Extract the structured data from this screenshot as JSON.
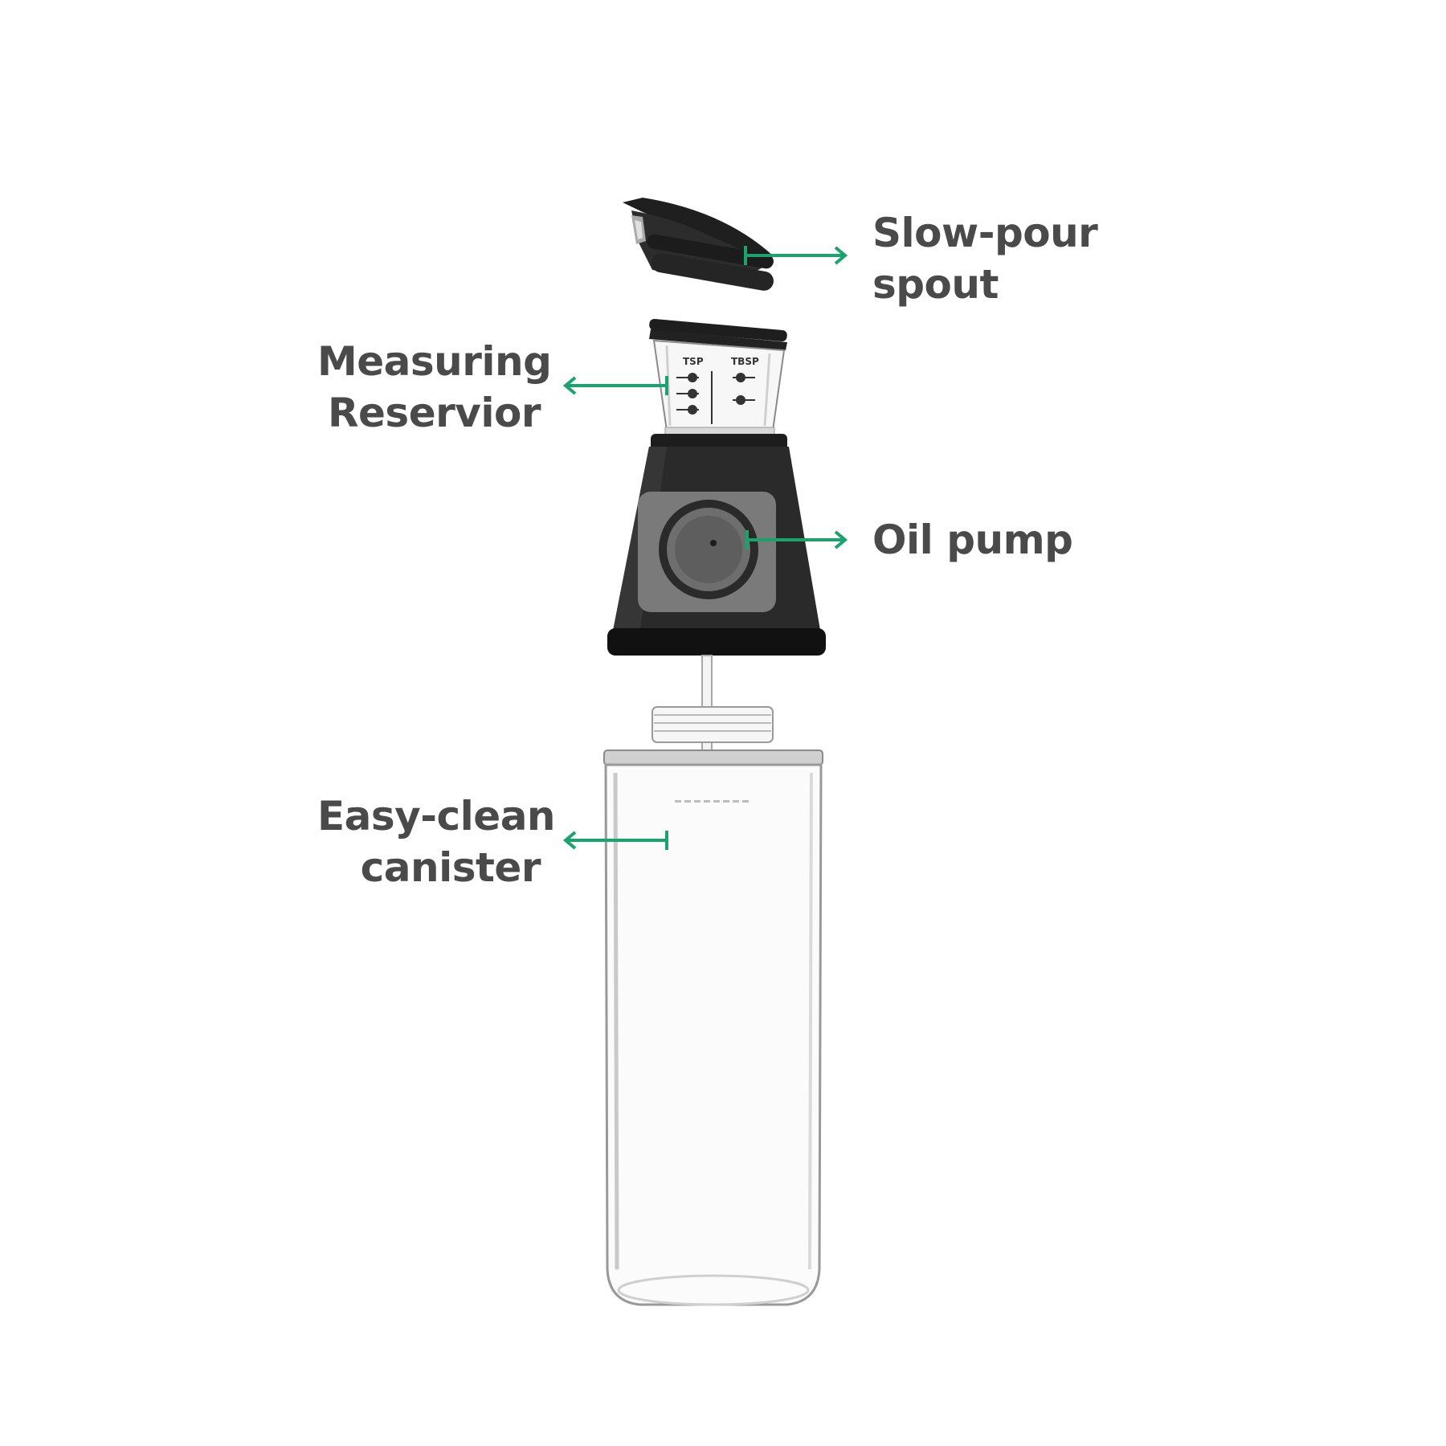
{
  "colors": {
    "accent": "#1aa36f",
    "label_text": "#4a4a4a",
    "part_black": "#2a2a2a",
    "pump_grey": "#6f6f6f",
    "glass_edge": "#9a9a9a"
  },
  "labels": {
    "spout": {
      "line1": "Slow-pour",
      "line2": "spout"
    },
    "reservoir": {
      "line1": "Measuring",
      "line2": "Reservior"
    },
    "pump": {
      "line1": "Oil pump",
      "line2": ""
    },
    "canister": {
      "line1": "Easy-clean",
      "line2": "canister"
    }
  },
  "reservoir_scale": {
    "left_unit": "TSP",
    "right_unit": "TBSP"
  }
}
